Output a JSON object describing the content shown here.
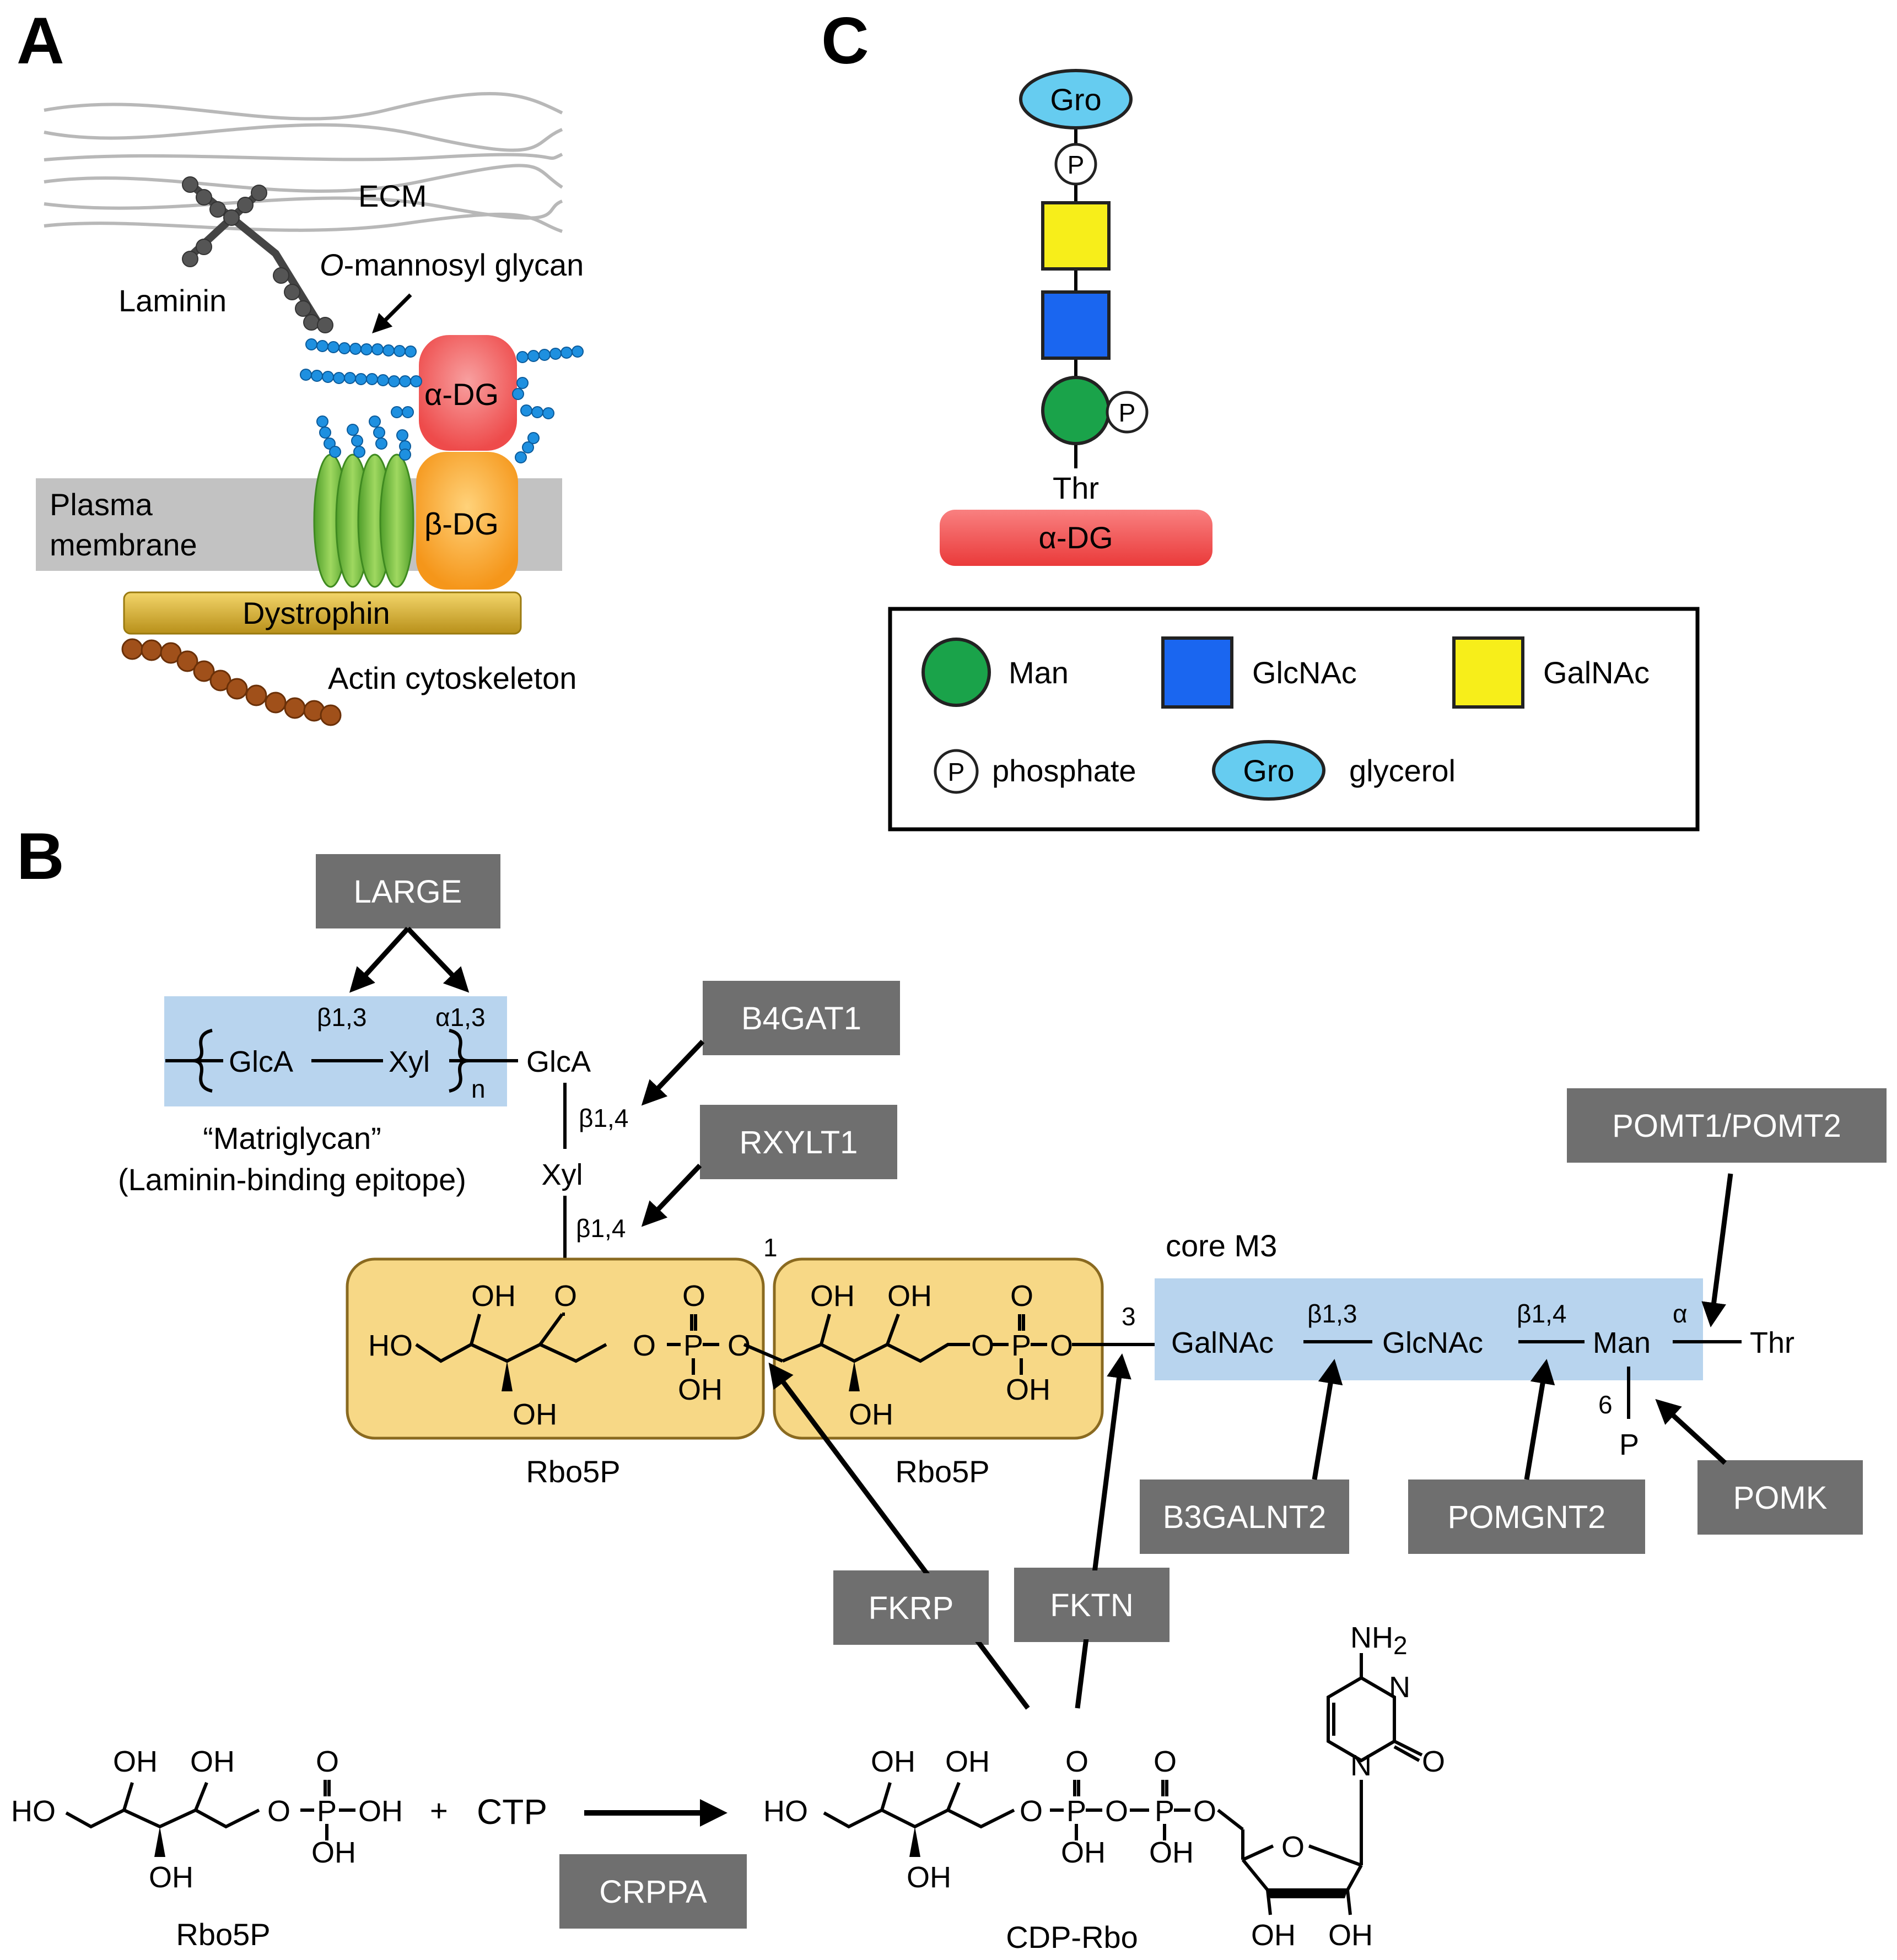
{
  "panels": {
    "a": "A",
    "b": "B",
    "c": "C"
  },
  "panel_a": {
    "ecm": "ECM",
    "laminin": "Laminin",
    "glycan": "O-mannosyl glycan",
    "glycan_italic": "O",
    "glycan_rest": "-mannosyl glycan",
    "alpha_dg": "α-DG",
    "beta_dg": "β-DG",
    "plasma_membrane_1": "Plasma",
    "plasma_membrane_2": "membrane",
    "dystrophin": "Dystrophin",
    "actin": "Actin cytoskeleton"
  },
  "panel_c": {
    "gro": "Gro",
    "p": "P",
    "thr": "Thr",
    "alpha_dg": "α-DG",
    "legend": {
      "man": "Man",
      "glcnac": "GlcNAc",
      "galnac": "GalNAc",
      "p": "P",
      "phosphate": "phosphate",
      "gro": "Gro",
      "glycerol": "glycerol"
    },
    "colors": {
      "man": "#1aa34a",
      "glcnac": "#1a66f0",
      "galnac": "#f7ee1a",
      "gro": "#66ccf0",
      "adg": "#f05555"
    }
  },
  "panel_b": {
    "enzymes": {
      "large": "LARGE",
      "b4gat1": "B4GAT1",
      "rxylt1": "RXYLT1",
      "pomt": "POMT1/POMT2",
      "b3galnt2": "B3GALNT2",
      "pomgnt2": "POMGNT2",
      "pomk": "POMK",
      "fkrp": "FKRP",
      "fktn": "FKTN",
      "crppa": "CRPPA"
    },
    "matriglycan": {
      "glca": "GlcA",
      "xyl": "Xyl",
      "n": "n",
      "beta13": "β1,3",
      "alpha13": "α1,3",
      "label1": "“Matriglycan”",
      "label2": "(Laminin-binding epitope)"
    },
    "chain": {
      "glca": "GlcA",
      "beta14a": "β1,4",
      "xyl": "Xyl",
      "beta14b": "β1,4",
      "pos1": "1",
      "pos3": "3",
      "pos6": "6",
      "core": "core M3",
      "galnac": "GalNAc",
      "beta13": "β1,3",
      "glcnac": "GlcNAc",
      "beta14": "β1,4",
      "man": "Man",
      "alpha": "α",
      "thr": "Thr",
      "p": "P"
    },
    "chem": {
      "oh": "OH",
      "ho": "HO",
      "o": "O",
      "p": "P",
      "rbo5p": "Rbo5P",
      "plus": "+",
      "ctp": "CTP",
      "cdp_rbo": "CDP-Rbo",
      "n": "N",
      "nh2": "NH",
      "nh2_sub": "2"
    }
  }
}
